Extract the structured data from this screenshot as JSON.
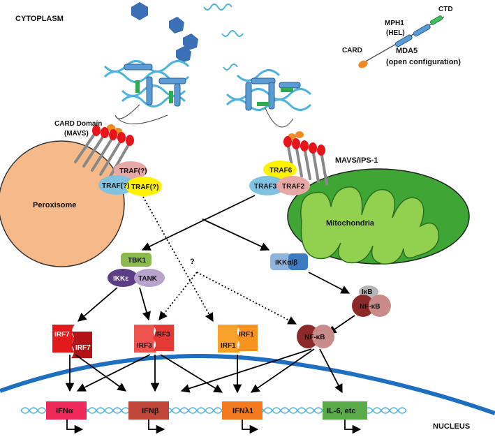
{
  "regions": {
    "cytoplasm": "CYTOPLASM",
    "nucleus": "NUCLEUS"
  },
  "mda5_legend": {
    "ctd": "CTD",
    "mph1": "MPH1",
    "hel": "(HEL)",
    "card": "CARD",
    "title": "MDA5",
    "subtitle": "(open configuration)"
  },
  "labels": {
    "card_domain": "CARD Domain",
    "mavs": "(MAVS)",
    "mavs_ips1": "MAVS/IPS-1",
    "peroxisome": "Peroxisome",
    "mitochondria": "Mitochondria",
    "question": "?"
  },
  "traf": {
    "peroxisome": [
      "TRAF(?)",
      "TRAF(?)",
      "TRAF(?)"
    ],
    "mito": [
      "TRAF6",
      "TRAF3",
      "TRAF2"
    ]
  },
  "kinases": {
    "tbk1": "TBK1",
    "ikke": "IKKε",
    "tank": "TANK",
    "ikkab": "IKKα/β",
    "ikb": "IκB",
    "nfkb_inactive": "NF-κB",
    "nfkb_active": "NF-κB"
  },
  "irfs": {
    "irf7_a": "IRF7",
    "irf7_b": "IRF7",
    "irf3_a": "IRF3",
    "irf3_b": "IRF3",
    "irf1_a": "IRF1",
    "irf1_b": "IRF1"
  },
  "genes": [
    "IFNα",
    "IFNβ",
    "IFNλ1",
    "IL-6, etc"
  ],
  "colors": {
    "peroxisome": "#f6b98a",
    "mito_outer": "#3fa535",
    "mito_inner": "#92d050",
    "membrane": "#1f6fc1",
    "card": "#e8141b",
    "traf6": "#fff200",
    "traf_blue": "#7fc3e0",
    "traf_pink": "#e7a8a8",
    "tbk1": "#8dba4e",
    "ikke": "#5b3e86",
    "tank": "#b7a3cc",
    "ikk": "#5b9bd5",
    "nfkb_dark": "#8c2a2a",
    "nfkb_light": "#c98a8a",
    "irf7": "#e31a1c",
    "irf3": "#ef5350",
    "irf1": "#f8a12b",
    "gene_ifna": "#ee2a5a",
    "gene_ifnb": "#c0463a",
    "gene_ifnl": "#f47a20",
    "gene_il6": "#5aaa4a",
    "dna": "#4fb3df"
  }
}
